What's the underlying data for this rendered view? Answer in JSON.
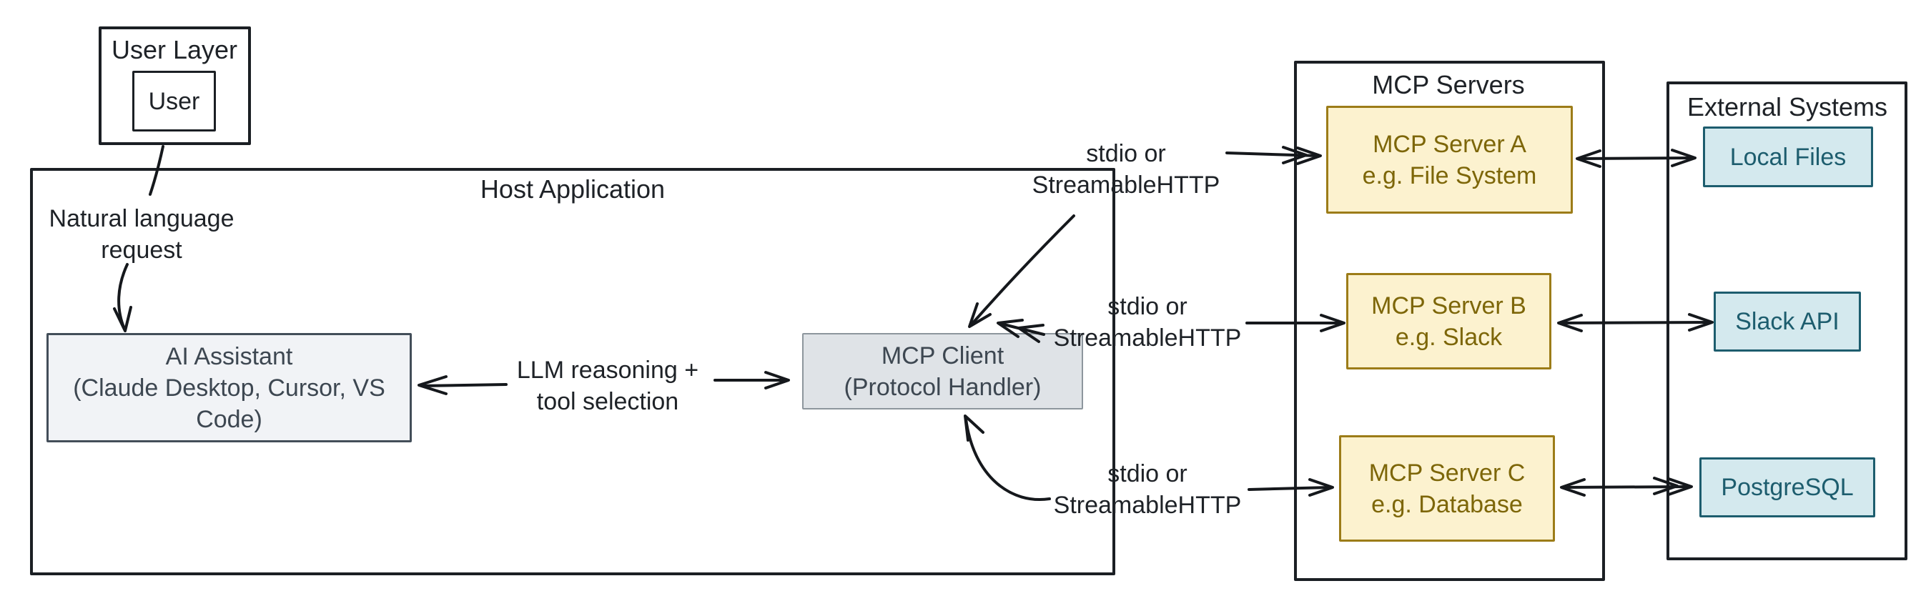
{
  "diagram": {
    "user_layer": {
      "title": "User Layer",
      "user_label": "User"
    },
    "host": {
      "title": "Host Application",
      "ai_assistant": {
        "title": "AI Assistant",
        "subtitle": "(Claude Desktop, Cursor, VS Code)"
      },
      "mcp_client": {
        "title": "MCP Client",
        "subtitle": "(Protocol Handler)"
      }
    },
    "mcp_servers": {
      "title": "MCP Servers",
      "items": [
        {
          "name": "MCP Server A",
          "example": "e.g. File System"
        },
        {
          "name": "MCP Server B",
          "example": "e.g. Slack"
        },
        {
          "name": "MCP Server C",
          "example": "e.g. Database"
        }
      ]
    },
    "external_systems": {
      "title": "External Systems",
      "items": [
        {
          "name": "Local Files"
        },
        {
          "name": "Slack API"
        },
        {
          "name": "PostgreSQL"
        }
      ]
    },
    "edges": {
      "natural_language": "Natural language request",
      "llm_reasoning": "LLM reasoning + tool selection",
      "stdio_labels": [
        "stdio or StreamableHTTP",
        "stdio or StreamableHTTP",
        "stdio or StreamableHTTP"
      ]
    },
    "colors": {
      "line": "#15181c",
      "server_fill": "#fcf2cf",
      "server_border": "#9c7c18",
      "server_text": "#7d6608",
      "external_fill": "#d4e9ee",
      "external_text": "#1d5d6e",
      "ai_fill": "#f1f3f6",
      "client_fill": "#dfe3e7",
      "slate_text": "#3d4751"
    }
  }
}
